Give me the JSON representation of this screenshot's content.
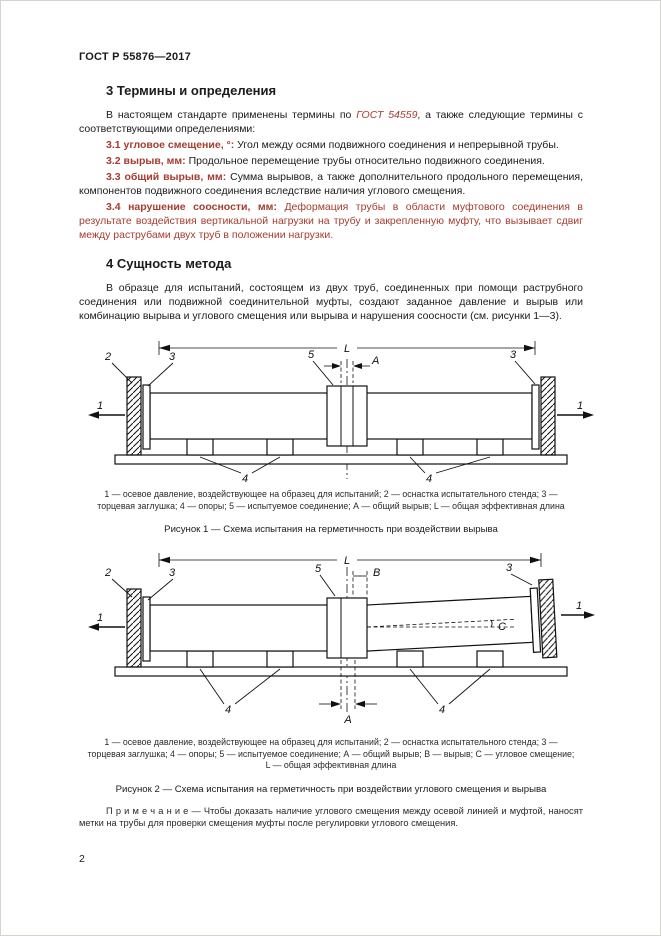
{
  "colors": {
    "accent_red": "#a63c2e",
    "text": "#1b1b1b"
  },
  "header": {
    "title": "ГОСТ Р 55876—2017"
  },
  "section3": {
    "title": "3 Термины и определения",
    "intro": {
      "before": "В настоящем стандарте применены термины по ",
      "ref": "ГОСТ 54559",
      "after": ", а также следующие термины с соответствующими определениями:"
    },
    "terms": [
      {
        "num": "3.1",
        "term": "угловое смещение, °:",
        "def": "Угол между осями подвижного соединения и непрерывной трубы."
      },
      {
        "num": "3.2",
        "term": "вырыв, мм:",
        "def": "Продольное перемещение трубы относительно подвижного соединения."
      },
      {
        "num": "3.3",
        "term": "общий вырыв, мм:",
        "def": "Сумма вырывов, а также дополнительного продольного перемещения, компонентов подвижного соединения вследствие наличия углового смещения."
      },
      {
        "num": "3.4",
        "term": "нарушение соосности, мм:",
        "def": "Деформация трубы в области муфтового соединения в результате воздействия вертикальной нагрузки на трубу и закрепленную муфту, что вызывает сдвиг между раструбами двух труб в положении нагрузки."
      }
    ]
  },
  "section4": {
    "title": "4 Сущность метода",
    "body": "В образце для испытаний, состоящем из двух труб, соединенных при помощи раструбного соединения или подвижной соединительной муфты, создают заданное давление и вырыв или комбинацию вырыва и углового смещения или вырыва и нарушения соосности (см. рисунки 1—3)."
  },
  "figure1": {
    "labels": {
      "n1": "1",
      "n2": "2",
      "n3": "3",
      "n4": "4",
      "n5": "5",
      "A": "A",
      "L": "L"
    },
    "legend": "1 — осевое давление, воздействующее на образец для испытаний; 2 — оснастка испытательного стенда; 3 — торцевая заглушка; 4 — опоры; 5 — испытуемое соединение; А — общий вырыв; L — общая эффективная длина",
    "caption": "Рисунок 1 — Схема испытания на герметичность при воздействии вырыва"
  },
  "figure2": {
    "labels": {
      "n1": "1",
      "n2": "2",
      "n3": "3",
      "n4": "4",
      "n5": "5",
      "A": "A",
      "B": "B",
      "C": "C",
      "L": "L"
    },
    "legend": "1 — осевое давление, воздействующее на образец для испытаний; 2 — оснастка испытательного стенда; 3 — торцевая заглушка; 4 — опоры; 5 — испытуемое соединение; А — общий вырыв; В — вырыв; С — угловое смещение; L — общая эффективная длина",
    "caption": "Рисунок 2 — Схема испытания на герметичность при воздействии углового смещения и вырыва"
  },
  "note": {
    "label": "П р и м е ч а н и е",
    "text": "— Чтобы доказать наличие углового смещения между осевой линией и муфтой, наносят метки на трубы для проверки смещения муфты после регулировки углового смещения."
  },
  "footer": {
    "page_number": "2"
  }
}
